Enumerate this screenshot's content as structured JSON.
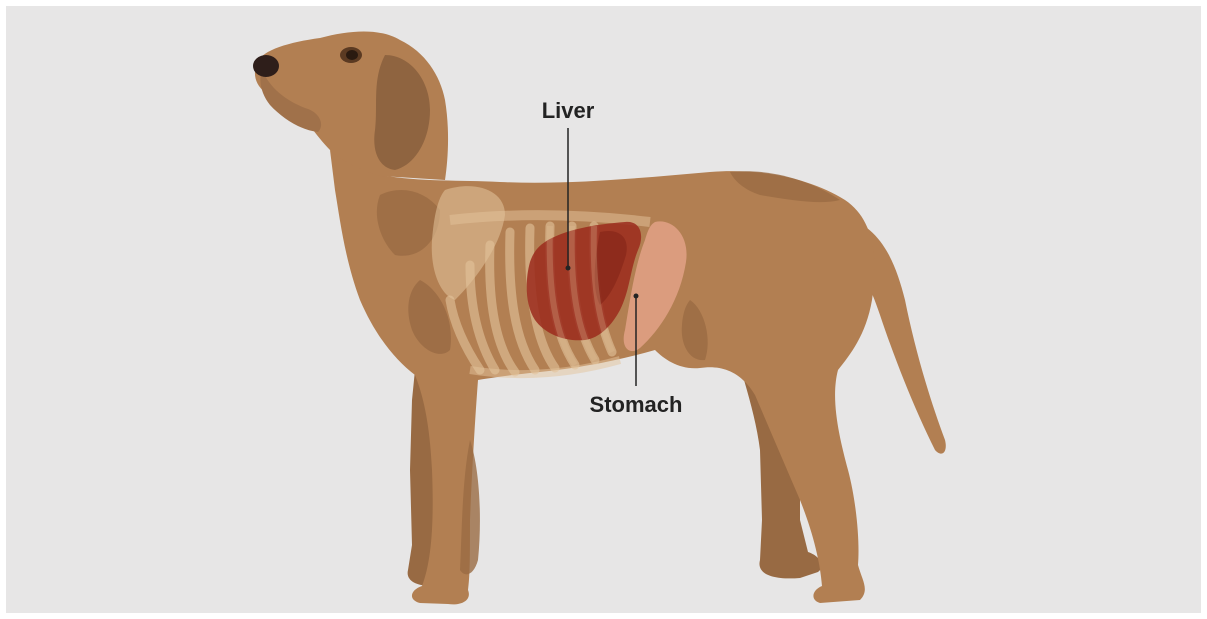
{
  "diagram": {
    "subject": "dog",
    "labels": {
      "liver": "Liver",
      "stomach": "Stomach"
    },
    "colors": {
      "background": "#e7e6e6",
      "fur": "#b27f52",
      "fur_dark": "#8f6440",
      "bone": "#e3c49c",
      "liver": "#9b2a1c",
      "stomach": "#e8a58e",
      "label_text": "#232323"
    }
  }
}
